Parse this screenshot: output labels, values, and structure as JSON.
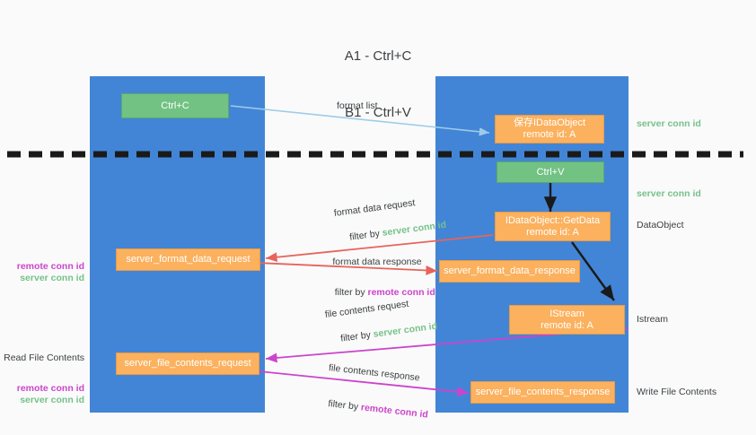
{
  "diagram": {
    "title_line1": "A1 - Ctrl+C",
    "title_line2": "B1 - Ctrl+V",
    "columns": [
      {
        "name": "A1",
        "role": "remote"
      },
      {
        "name": "B1",
        "role": "connection"
      }
    ],
    "colors": {
      "lane": "#4285d6",
      "box_green": "#72c283",
      "box_orange": "#fbb15e",
      "server_conn_id": "#76c18a",
      "remote_conn_id": "#cc44cc",
      "arrow_blue": "#9ecbe8",
      "arrow_red": "#e8635a",
      "arrow_magenta": "#cc44cc",
      "arrow_black": "#1a1a1a",
      "separator": "#1a1a1a"
    },
    "boxes": {
      "ctrl_c": "Ctrl+C",
      "ctrl_v": "Ctrl+V",
      "idataobject_title": "保存IDataObject",
      "idataobject_sub": "remote id: A",
      "getdata_title": "IDataObject::GetData",
      "getdata_sub": "remote id: A",
      "istream_title": "IStream",
      "istream_sub": "remote id: A",
      "server_format_data_request": "server_format_data_request",
      "server_format_data_response": "server_format_data_response",
      "server_file_contents_request": "server_file_contents_request",
      "server_file_contents_response": "server_file_contents_response"
    },
    "edge_labels": {
      "format_list": "format list",
      "format_data_request": "format data request",
      "format_data_request_filter_prefix": "filter by ",
      "format_data_request_filter_key": "server conn id",
      "format_data_response": "format data response",
      "format_data_response_filter_prefix": "filter by ",
      "format_data_response_filter_key": "remote conn id",
      "file_contents_request": "file contents request",
      "file_contents_request_filter_prefix": "filter by ",
      "file_contents_request_filter_key": "server conn id",
      "file_contents_response": "file contents response",
      "file_contents_response_filter_prefix": "filter by ",
      "file_contents_response_filter_key": "remote conn id"
    },
    "right_annotations": {
      "server_conn_id_top": "server conn id",
      "server_conn_id_mid": "server conn id",
      "dataobject": "DataObject",
      "istream": "Istream",
      "write_file_contents": "Write File Contents"
    },
    "left_annotations": {
      "remote_conn_id_upper": "remote conn id",
      "server_conn_id_upper": "server conn id",
      "read_file_contents": "Read File Contents",
      "remote_conn_id_lower": "remote conn id",
      "server_conn_id_lower": "server conn id"
    }
  }
}
